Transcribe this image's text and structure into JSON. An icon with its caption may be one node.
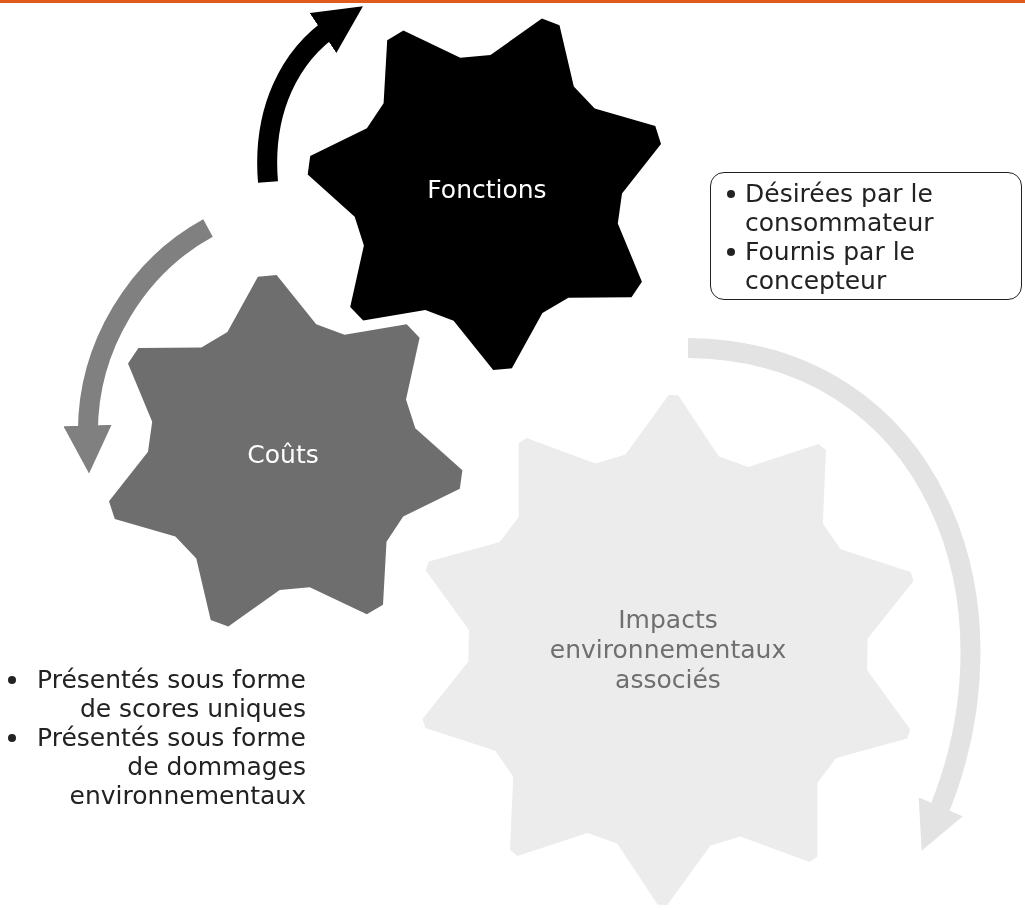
{
  "diagram": {
    "nodes": [
      {
        "text": [
          "Fonctions"
        ]
      },
      {
        "text": [
          "Désirées par le consommateur",
          "Fournis par le concepteur"
        ]
      },
      {
        "text": [
          "Coûts"
        ]
      },
      {
        "text": [
          "Impacts environnementaux associés"
        ]
      }
    ],
    "labels": [
      "Présentés sous forme de scores uniques",
      "Présentés sous forme de dommages environnementaux"
    ]
  }
}
